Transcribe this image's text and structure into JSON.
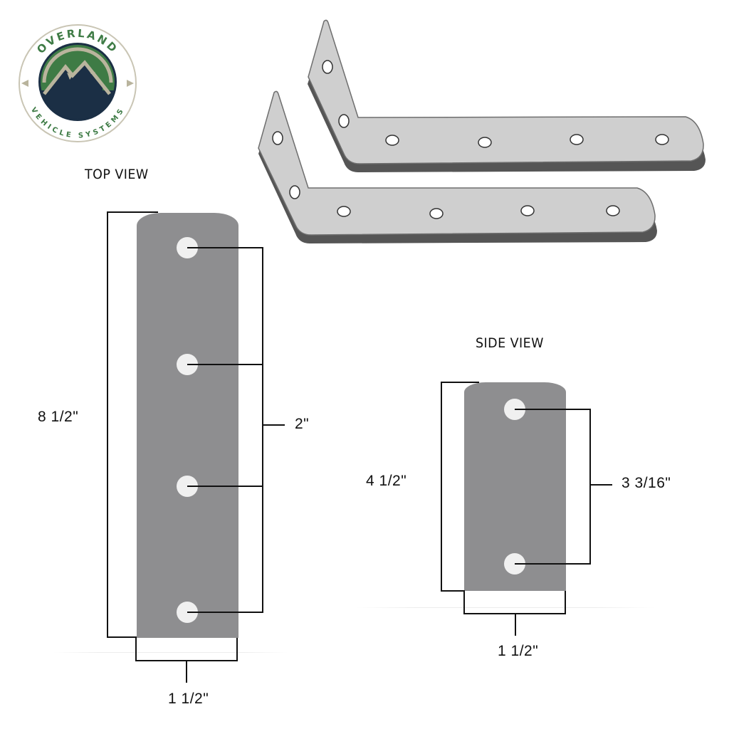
{
  "logo": {
    "top_text": "OVERLAND",
    "bottom_text": "VEHICLE SYSTEMS",
    "colors": {
      "green": "#3e7b45",
      "navy": "#1b2f45",
      "tan": "#b9b49d",
      "ring": "#ffffff"
    }
  },
  "views": {
    "top": {
      "title": "TOP VIEW",
      "length_label": "8 1/2\"",
      "hole_spacing_label": "2\"",
      "width_label": "1 1/2\"",
      "hole_count": 4
    },
    "side": {
      "title": "SIDE VIEW",
      "length_label": "4 1/2\"",
      "hole_spacing_label": "3 3/16\"",
      "width_label": "1 1/2\"",
      "hole_count": 2
    }
  },
  "render": {
    "description": "Two L-shaped steel mounting brackets, isometric view",
    "bracket_count": 2,
    "holes_per_bracket": 6
  },
  "colors": {
    "plate": "#8e8e90",
    "hole": "#f0f0f0",
    "dimension_line": "#111111",
    "bracket_face": "#cfcfcf",
    "bracket_edge": "#6e6e6e"
  }
}
